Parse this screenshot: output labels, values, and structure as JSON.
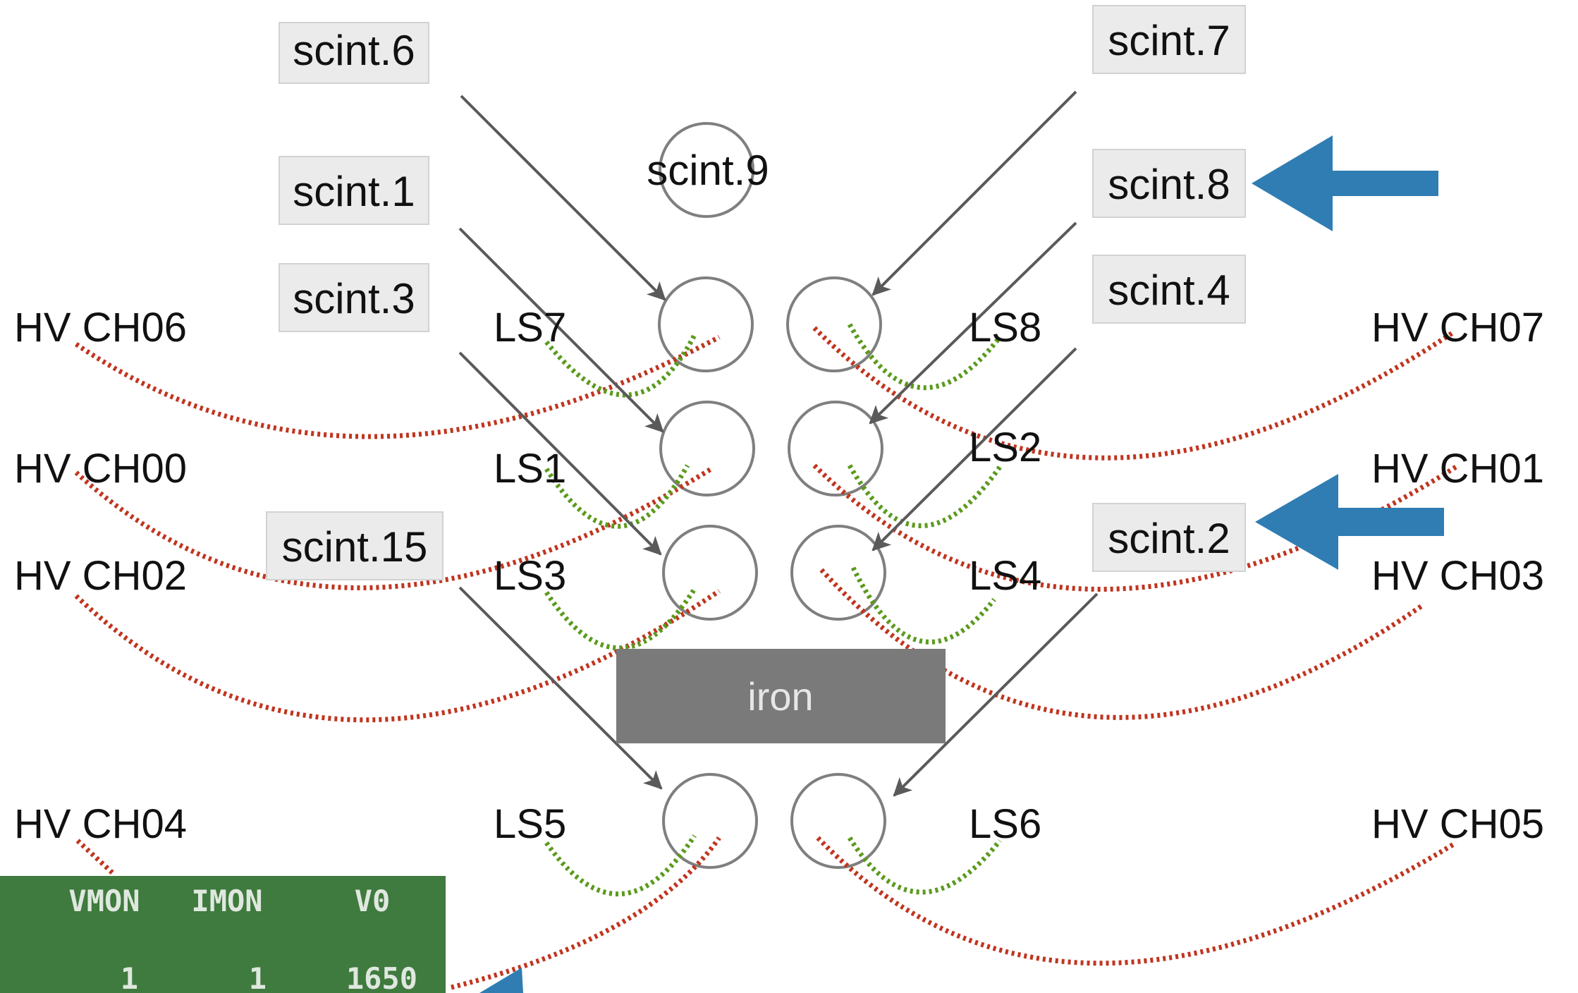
{
  "scint_boxes": [
    {
      "id": "s6",
      "label": "scint.6"
    },
    {
      "id": "s7",
      "label": "scint.7"
    },
    {
      "id": "s1",
      "label": "scint.1"
    },
    {
      "id": "s8",
      "label": "scint.8"
    },
    {
      "id": "s3",
      "label": "scint.3"
    },
    {
      "id": "s4",
      "label": "scint.4"
    },
    {
      "id": "s15",
      "label": "scint.15"
    },
    {
      "id": "s2",
      "label": "scint.2"
    }
  ],
  "scint9_label": "scint.9",
  "ls_labels": [
    "LS7",
    "LS8",
    "LS1",
    "LS2",
    "LS3",
    "LS4",
    "LS5",
    "LS6"
  ],
  "hv_labels": [
    "HV CH06",
    "HV CH07",
    "HV CH00",
    "HV CH01",
    "HV CH02",
    "HV CH03",
    "HV CH04",
    "HV CH05"
  ],
  "iron_label": "iron",
  "monitor": {
    "headers": [
      "VMON",
      "IMON",
      "V0"
    ],
    "values": [
      "1",
      "1",
      "1650"
    ]
  },
  "colors": {
    "box_fill": "#ebebeb",
    "arrow_gray": "#5a5a5a",
    "circle_gray": "#7f7f7f",
    "red_dotted": "#c0351f",
    "green_dotted": "#5a9a1c",
    "blue_arrow": "#2f7db3",
    "iron_fill": "#7a7a7a",
    "monitor_bg": "#3f7a3e"
  }
}
